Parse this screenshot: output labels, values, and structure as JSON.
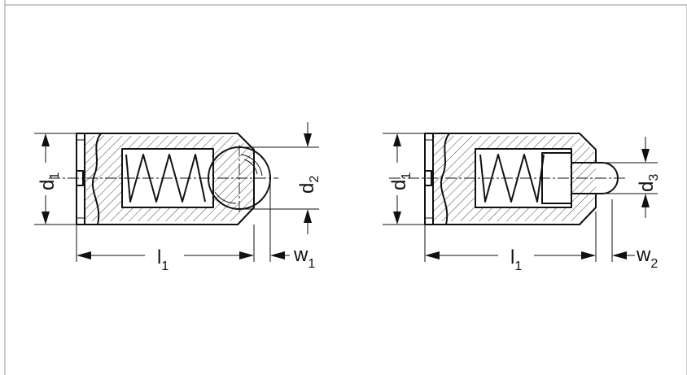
{
  "left_part": {
    "diameter_label": "d",
    "diameter_sub": "1",
    "length_label": "l",
    "length_sub": "1",
    "ball_label": "d",
    "ball_sub": "2",
    "travel_label": "w",
    "travel_sub": "1"
  },
  "right_part": {
    "diameter_label": "d",
    "diameter_sub": "1",
    "length_label": "l",
    "length_sub": "1",
    "pin_label": "d",
    "pin_sub": "3",
    "travel_label": "w",
    "travel_sub": "2"
  }
}
